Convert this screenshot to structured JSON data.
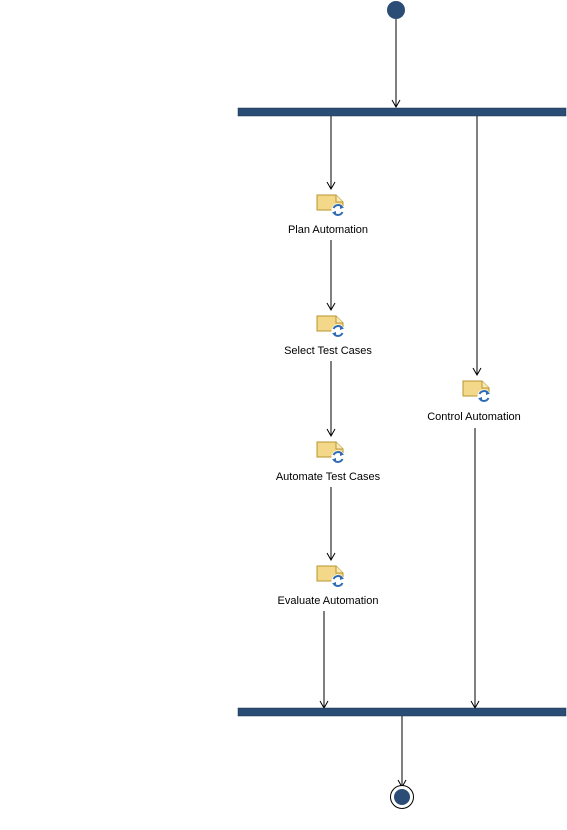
{
  "diagram": {
    "type": "activity",
    "activities": [
      {
        "id": "plan",
        "label": "Plan Automation",
        "icon": "workflow-activity-icon"
      },
      {
        "id": "select",
        "label": "Select Test Cases",
        "icon": "workflow-activity-icon"
      },
      {
        "id": "automate",
        "label": "Automate Test Cases",
        "icon": "workflow-activity-icon"
      },
      {
        "id": "evaluate",
        "label": "Evaluate Automation",
        "icon": "workflow-activity-icon"
      },
      {
        "id": "control",
        "label": "Control Automation",
        "icon": "workflow-activity-icon"
      }
    ],
    "nodes": [
      {
        "id": "start",
        "kind": "initial"
      },
      {
        "id": "fork",
        "kind": "fork"
      },
      {
        "id": "join",
        "kind": "join"
      },
      {
        "id": "end",
        "kind": "final"
      }
    ],
    "flows": [
      [
        "start",
        "fork"
      ],
      [
        "fork",
        "plan"
      ],
      [
        "fork",
        "control"
      ],
      [
        "plan",
        "select"
      ],
      [
        "select",
        "automate"
      ],
      [
        "automate",
        "evaluate"
      ],
      [
        "evaluate",
        "join"
      ],
      [
        "control",
        "join"
      ],
      [
        "join",
        "end"
      ]
    ],
    "colors": {
      "node_fill": "#2b4c74",
      "bar_fill": "#2b4c74",
      "edge": "#000000",
      "icon_body": "#f3d88a",
      "icon_border": "#b8952e",
      "icon_arrow": "#2f6bb5"
    }
  }
}
